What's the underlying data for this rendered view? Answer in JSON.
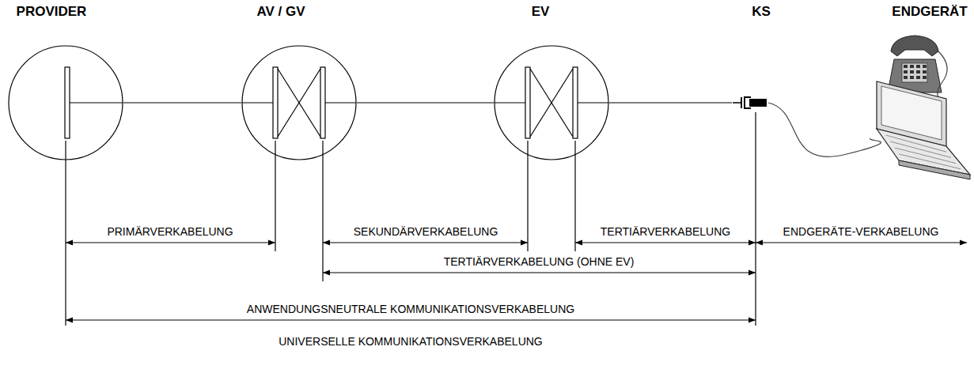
{
  "diagram": {
    "nodes": [
      {
        "text": [
          "PROVIDER"
        ]
      },
      {
        "text": [
          "AV / GV"
        ]
      },
      {
        "text": [
          "EV"
        ]
      },
      {
        "text": [
          "KS"
        ]
      },
      {
        "text": [
          "ENDGERÄT"
        ]
      }
    ],
    "edges": [
      {
        "from": 0,
        "to": 1,
        "arrow": "none"
      },
      {
        "from": 1,
        "to": 2,
        "arrow": "none"
      },
      {
        "from": 2,
        "to": 3,
        "arrow": "none"
      },
      {
        "from": 3,
        "to": 4,
        "arrow": "none"
      }
    ],
    "labels": [
      "PRIMÄRVERKABELUNG",
      "SEKUNDÄRVERKABELUNG",
      "TERTIÄRVERKABELUNG",
      "ENDGERÄTE-VERKABELUNG",
      "TERTIÄRVERKABELUNG (OHNE EV)",
      "ANWENDUNGSNEUTRALE KOMMUNIKATIONSVERKABELUNG",
      "UNIVERSELLE KOMMUNIKATIONSVERKABELUNG"
    ]
  }
}
